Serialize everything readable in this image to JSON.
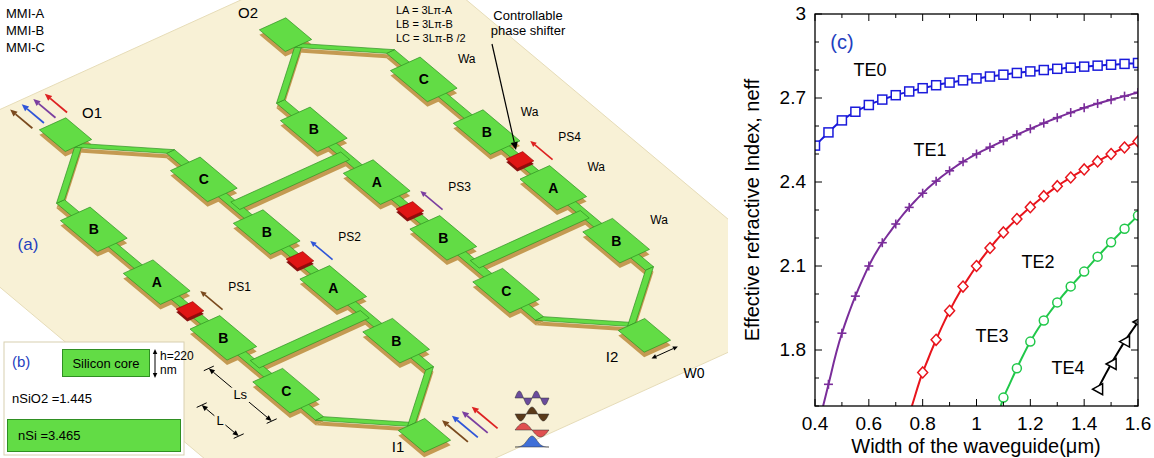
{
  "diagram": {
    "nodes": [
      {
        "text": [
          "Silicon core"
        ]
      },
      {
        "text": [
          "nSi =3.465"
        ]
      }
    ],
    "labels": [
      "MMI-A",
      "MMI-B",
      "MMI-C",
      "Controllable phase shifter",
      "LA = 3Lπ-A",
      "LB = 3Lπ-B",
      "LC = 3Lπ-B /2",
      "O2",
      "O1",
      "(a)",
      "PS4",
      "PS3",
      "PS2",
      "PS1",
      "C",
      "B",
      "C",
      "B",
      "B",
      "A",
      "B",
      "A",
      "A",
      "B",
      "A",
      "B",
      "B",
      "C",
      "B",
      "C",
      "Wa",
      "Wa",
      "Wa",
      "Wa",
      "W0",
      "I2",
      "I1",
      "Ls",
      "L",
      "(b)",
      "h=220 nm",
      "nSiO2 =1.445",
      "(c)",
      "TE0",
      "TE1",
      "TE2",
      "TE3",
      "TE4",
      "Effective refractive Index, neff",
      "Width of the waveguide(μm)",
      "3",
      "2.7",
      "2.4",
      "2.1",
      "1.8",
      "0.4",
      "0.6",
      "0.8",
      "1",
      "1.2",
      "1.4",
      "1.6"
    ]
  }
}
